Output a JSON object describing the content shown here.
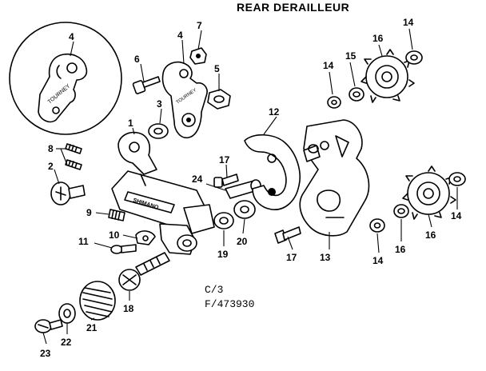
{
  "title": "REAR DERAILLEUR",
  "codes": {
    "line1": "C/3",
    "line2": "F/473930"
  },
  "parts": {
    "p1": "1",
    "p2": "2",
    "p3": "3",
    "p4a": "4",
    "p4b": "4",
    "p5": "5",
    "p6": "6",
    "p7": "7",
    "p8": "8",
    "p9": "9",
    "p10": "10",
    "p11": "11",
    "p12": "12",
    "p13": "13",
    "p14a": "14",
    "p14b": "14",
    "p14c": "14",
    "p14d": "14",
    "p15": "15",
    "p16a": "16",
    "p16b": "16",
    "p16c": "16",
    "p17a": "17",
    "p17b": "17",
    "p18": "18",
    "p19": "19",
    "p20": "20",
    "p21": "21",
    "p22": "22",
    "p23": "23",
    "p24": "24"
  }
}
